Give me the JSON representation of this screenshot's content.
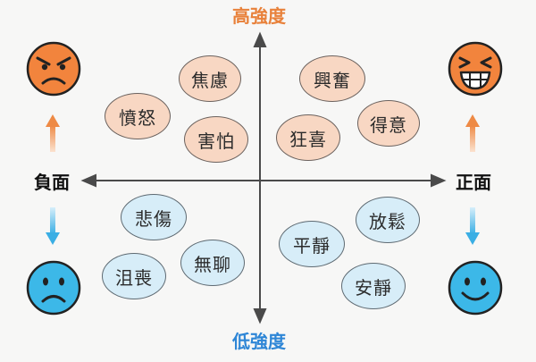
{
  "axes": {
    "top_label": "高強度",
    "bottom_label": "低強度",
    "left_label": "負面",
    "right_label": "正面"
  },
  "emotions": {
    "focus": "焦慮",
    "resent": "憤怒",
    "fear": "害怕",
    "excite": "興奮",
    "ecstasy": "狂喜",
    "proud": "得意",
    "sad": "悲傷",
    "dejected": "沮喪",
    "bored": "無聊",
    "calm": "平靜",
    "relaxed": "放鬆",
    "serene": "安靜"
  },
  "faces": {
    "top_left": "angry-face-icon",
    "top_right": "laughing-face-icon",
    "bottom_left": "sad-face-icon",
    "bottom_right": "smiling-face-icon"
  },
  "colors": {
    "high_intensity": "#e8813a",
    "low_intensity": "#2e86d6",
    "warm_bubble": "#f8d7c3",
    "cool_bubble": "#d7edf8",
    "angry_face": "#f2843d",
    "calm_face": "#3cb8e8"
  }
}
